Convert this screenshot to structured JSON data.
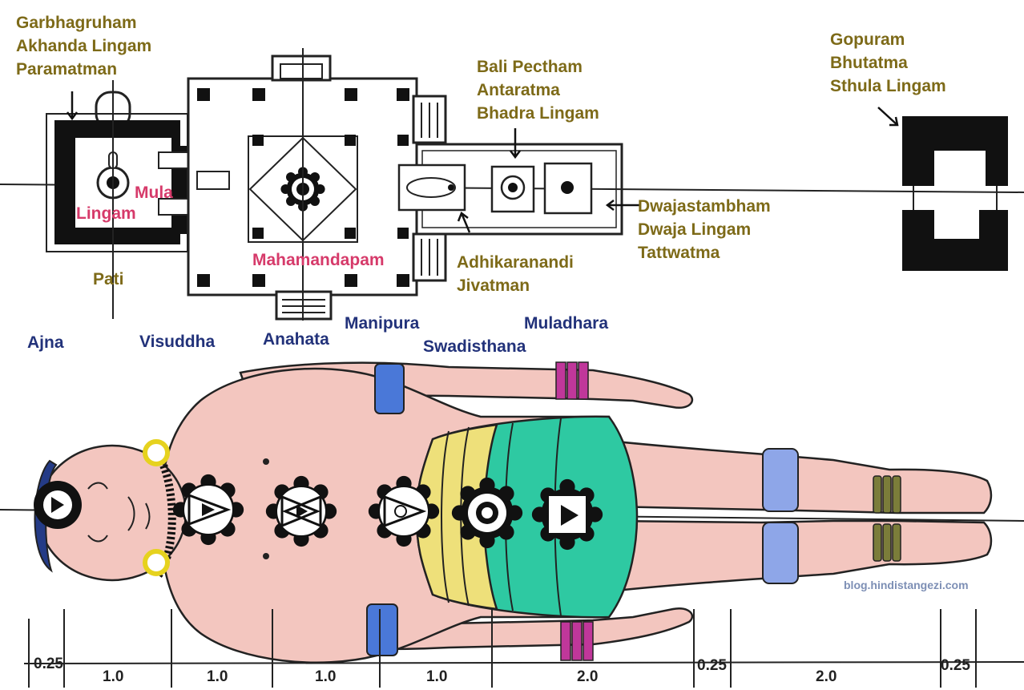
{
  "labels": {
    "garbhagruham": {
      "line1": "Garbhagruham",
      "line2": "Akhanda Lingam",
      "line3": "Paramatman"
    },
    "mula_lingam": {
      "line1": "Mula",
      "line2": "Lingam"
    },
    "pati": "Pati",
    "mahamandapam": "Mahamandapam",
    "bali_pectham": {
      "line1": "Bali Pectham",
      "line2": "Antaratma",
      "line3": "Bhadra Lingam"
    },
    "adhikaranandi": {
      "line1": "Adhikaranandi",
      "line2": "Jivatman"
    },
    "dwajastambham": {
      "line1": "Dwajastambham",
      "line2": "Dwaja Lingam",
      "line3": "Tattwatma"
    },
    "gopuram": {
      "line1": "Gopuram",
      "line2": "Bhutatma",
      "line3": "Sthula Lingam"
    }
  },
  "chakras": {
    "ajna": "Ajna",
    "visuddha": "Visuddha",
    "anahata": "Anahata",
    "manipura": "Manipura",
    "swadisthana": "Swadisthana",
    "muladhara": "Muladhara"
  },
  "scale": [
    "0.25",
    "1.0",
    "1.0",
    "1.0",
    "1.0",
    "2.0",
    "0.25",
    "2.0",
    "0.25"
  ],
  "watermark": "blog.hindistangezi.com",
  "colors": {
    "olive_label": "#7d6a18",
    "pink_label": "#d63a6a",
    "navy_label": "#22327a",
    "skin": "#f3c6bf",
    "dhoti_green": "#2ec9a2",
    "dhoti_yellow": "#eee07a",
    "armband_blue": "#4a78d8",
    "bangle_magenta": "#c0379a",
    "anklet_olive": "#7b7d3a",
    "earring_yellow": "#e6d21e"
  }
}
